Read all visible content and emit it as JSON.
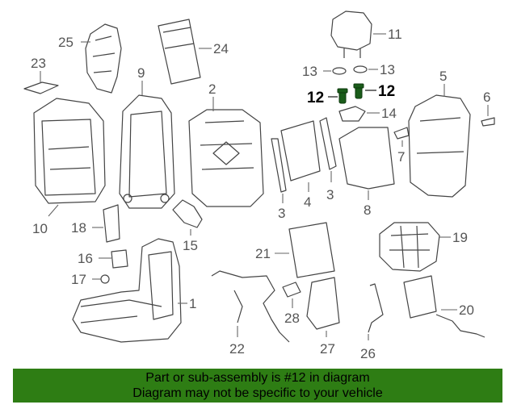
{
  "callouts": {
    "c1": "1",
    "c2": "2",
    "c3a": "3",
    "c3b": "3",
    "c4": "4",
    "c5": "5",
    "c6": "6",
    "c7": "7",
    "c8": "8",
    "c9": "9",
    "c10": "10",
    "c11": "11",
    "c12a": "12",
    "c12b": "12",
    "c13a": "13",
    "c13b": "13",
    "c14": "14",
    "c15": "15",
    "c16": "16",
    "c17": "17",
    "c18": "18",
    "c19": "19",
    "c20": "20",
    "c21": "21",
    "c22": "22",
    "c23": "23",
    "c24": "24",
    "c25": "25",
    "c26": "26",
    "c27": "27",
    "c28": "28"
  },
  "highlight_color": "#2e7d14",
  "footer": {
    "line1": "Part or sub-assembly is #12 in diagram",
    "line2": "Diagram may not be specific to your vehicle"
  }
}
